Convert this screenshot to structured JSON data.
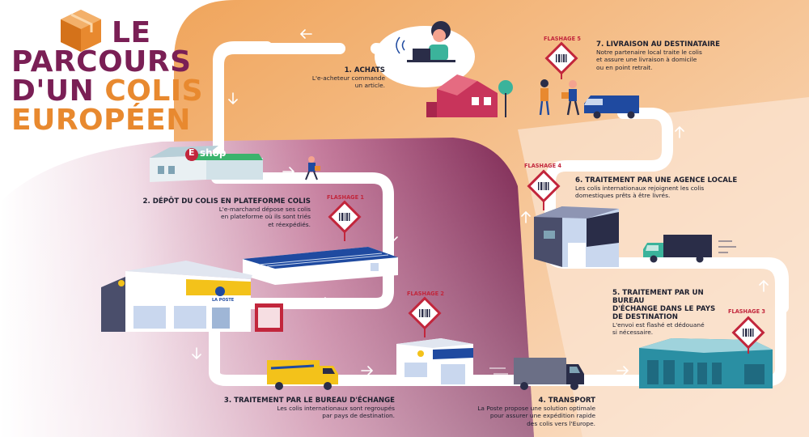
{
  "title": {
    "line1_a": "LE",
    "line2": "PARCOURS",
    "line3_a": "D'UN ",
    "line3_b": "COLIS",
    "line4": "EUROPÉEN"
  },
  "eshop_label": "shop",
  "eshop_letter": "E",
  "laposte_label": "LA POSTE",
  "steps": [
    {
      "title": "1. ACHATS",
      "text": [
        "L'e-acheteur commande",
        "un article."
      ]
    },
    {
      "title": "2. DÉPÔT DU COLIS EN PLATEFORME COLIS",
      "text": [
        "L'e-marchand dépose ses colis",
        "en plateforme où ils sont triés",
        "et réexpédiés."
      ]
    },
    {
      "title": "3. TRAITEMENT PAR LE BUREAU D'ÉCHANGE",
      "text": [
        "Les colis internationaux sont regroupés",
        "par pays de destination."
      ]
    },
    {
      "title": "4. TRANSPORT",
      "text": [
        "La Poste propose une solution optimale",
        "pour assurer une expédition rapide",
        "des colis vers l'Europe."
      ]
    },
    {
      "title": [
        "5. TRAITEMENT PAR UN BUREAU",
        "D'ÉCHANGE DANS LE PAYS",
        "DE DESTINATION"
      ],
      "text": [
        "L'envoi est flashé et dédouané",
        "si nécessaire."
      ]
    },
    {
      "title": "6. TRAITEMENT PAR UNE AGENCE LOCALE",
      "text": [
        "Les colis internationaux rejoignent les colis",
        "domestiques prêts à être livrés."
      ]
    },
    {
      "title": "7. LIVRAISON AU DESTINATAIRE",
      "text": [
        "Notre partenaire local traite le colis",
        "et assure une livraison à domicile",
        "ou en point retrait."
      ]
    }
  ],
  "flashages": [
    "FLASHAGE 1",
    "FLASHAGE 2",
    "FLASHAGE 3",
    "FLASHAGE 4",
    "FLASHAGE 5"
  ],
  "colors": {
    "purple": "#7a1f55",
    "orange": "#e8892f",
    "navy": "#1d1f2e",
    "flash_red": "#c2263c",
    "road": "#ffffff",
    "poste_yellow": "#f3c21a",
    "poste_blue": "#1f4aa0"
  }
}
